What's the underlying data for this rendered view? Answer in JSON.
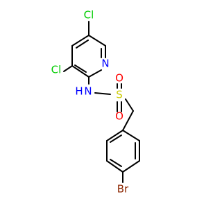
{
  "structure": {
    "colors": {
      "bond": "#000000",
      "carbon": "#000000",
      "nitrogen": "#0000ff",
      "oxygen": "#ff0000",
      "sulfur": "#cccc00",
      "chlorine": "#00cc00",
      "bromine": "#8b2500"
    },
    "atoms": {
      "cl_top": "Cl",
      "cl_left": "Cl",
      "n_ring": "N",
      "nh": "N",
      "h": "H",
      "o_top": "O",
      "o_bottom": "O",
      "s": "S",
      "br": "Br"
    }
  }
}
